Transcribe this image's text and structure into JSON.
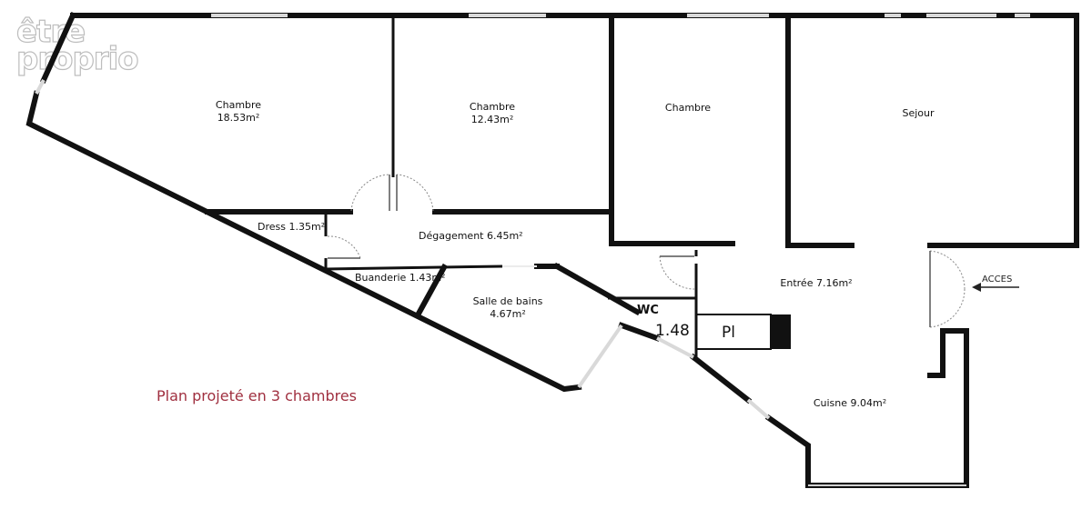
{
  "logo": {
    "line1": "être",
    "line2": "proprio"
  },
  "caption": {
    "text": "Plan projeté en 3 chambres",
    "color": "#a03040"
  },
  "rooms": {
    "chambre1": {
      "name": "Chambre",
      "area": "18.53m²"
    },
    "chambre2": {
      "name": "Chambre",
      "area": "12.43m²"
    },
    "chambre3": {
      "name": "Chambre"
    },
    "sejour": {
      "name": "Sejour"
    },
    "dress": {
      "label": "Dress 1.35m²"
    },
    "degagement": {
      "label": "Dégagement 6.45m²"
    },
    "buanderie": {
      "label": "Buanderie 1.43m²"
    },
    "sdb": {
      "name": "Salle de bains",
      "area": "4.67m²"
    },
    "wc": {
      "name": "WC",
      "area": "1.48"
    },
    "pl": {
      "label": "Pl"
    },
    "entree": {
      "label": "Entrée 7.16m²"
    },
    "cuisine": {
      "label": "Cuisne 9.04m²"
    }
  },
  "access": {
    "label": "ACCES"
  }
}
